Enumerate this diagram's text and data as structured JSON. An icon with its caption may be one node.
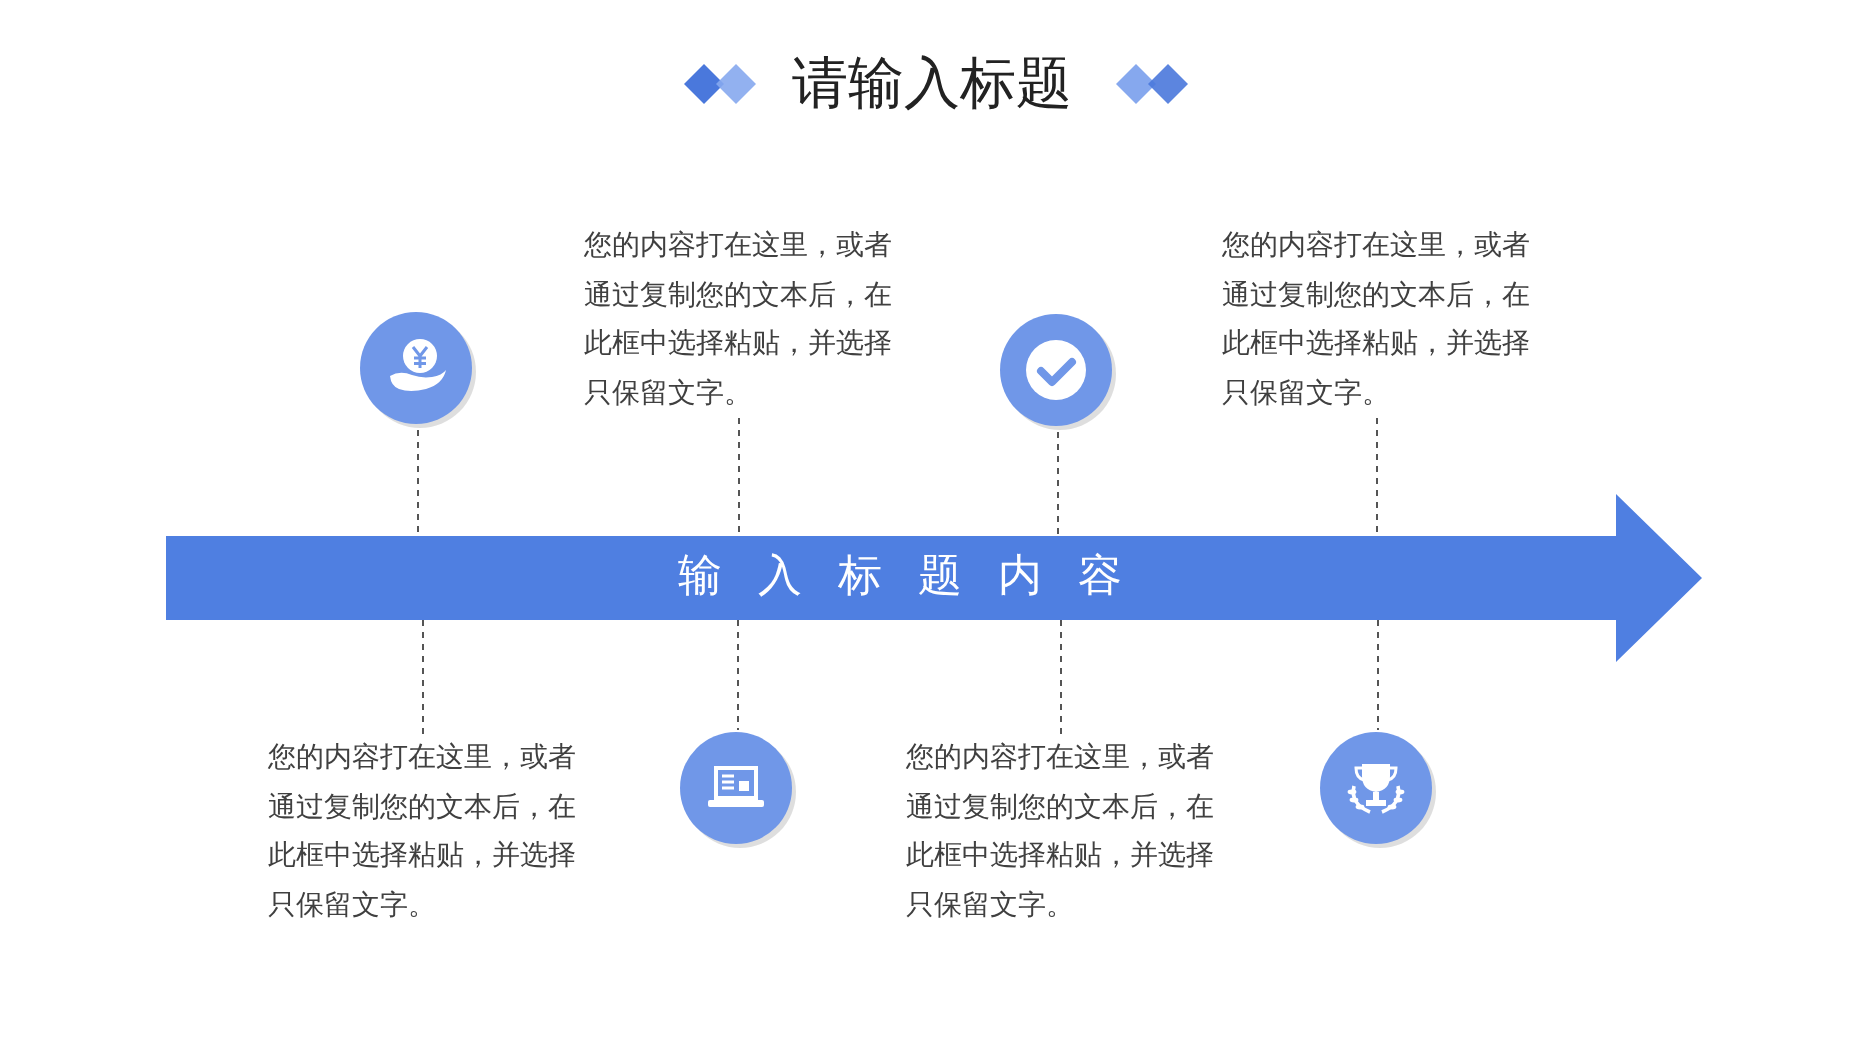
{
  "diagram": {
    "title": "请输入标题",
    "nodes": [
      {
        "text": [],
        "shape": "circle"
      },
      {
        "text": [
          "您的内容打在这里，或者通过复制您的文本后，在此框中选择粘贴，并选择只保留文字。"
        ]
      },
      {
        "text": [],
        "shape": "circle"
      },
      {
        "text": [
          "您的内容打在这里，或者通过复制您的文本后，在此框中选择粘贴，并选择只保留文字。"
        ]
      },
      {
        "text": [
          "输入标题内容"
        ]
      },
      {
        "text": [
          "您的内容打在这里，或者通过复制您的文本后，在此框中选择粘贴，并选择只保留文字。"
        ]
      },
      {
        "text": [],
        "shape": "circle"
      },
      {
        "text": [
          "您的内容打在这里，或者通过复制您的文本后，在此框中选择粘贴，并选择只保留文字。"
        ]
      },
      {
        "text": [],
        "shape": "circle"
      }
    ],
    "edges": [
      {
        "from": 0,
        "to": 4,
        "arrow": "none",
        "style": "dashed"
      },
      {
        "from": 4,
        "to": 5,
        "arrow": "none",
        "style": "dashed"
      },
      {
        "from": 1,
        "to": 4,
        "arrow": "none",
        "style": "dashed"
      },
      {
        "from": 4,
        "to": 6,
        "arrow": "none",
        "style": "dashed"
      },
      {
        "from": 2,
        "to": 4,
        "arrow": "none",
        "style": "dashed"
      },
      {
        "from": 4,
        "to": 7,
        "arrow": "none",
        "style": "dashed"
      },
      {
        "from": 3,
        "to": 4,
        "arrow": "none",
        "style": "dashed"
      },
      {
        "from": 4,
        "to": 8,
        "arrow": "none",
        "style": "dashed"
      }
    ]
  }
}
